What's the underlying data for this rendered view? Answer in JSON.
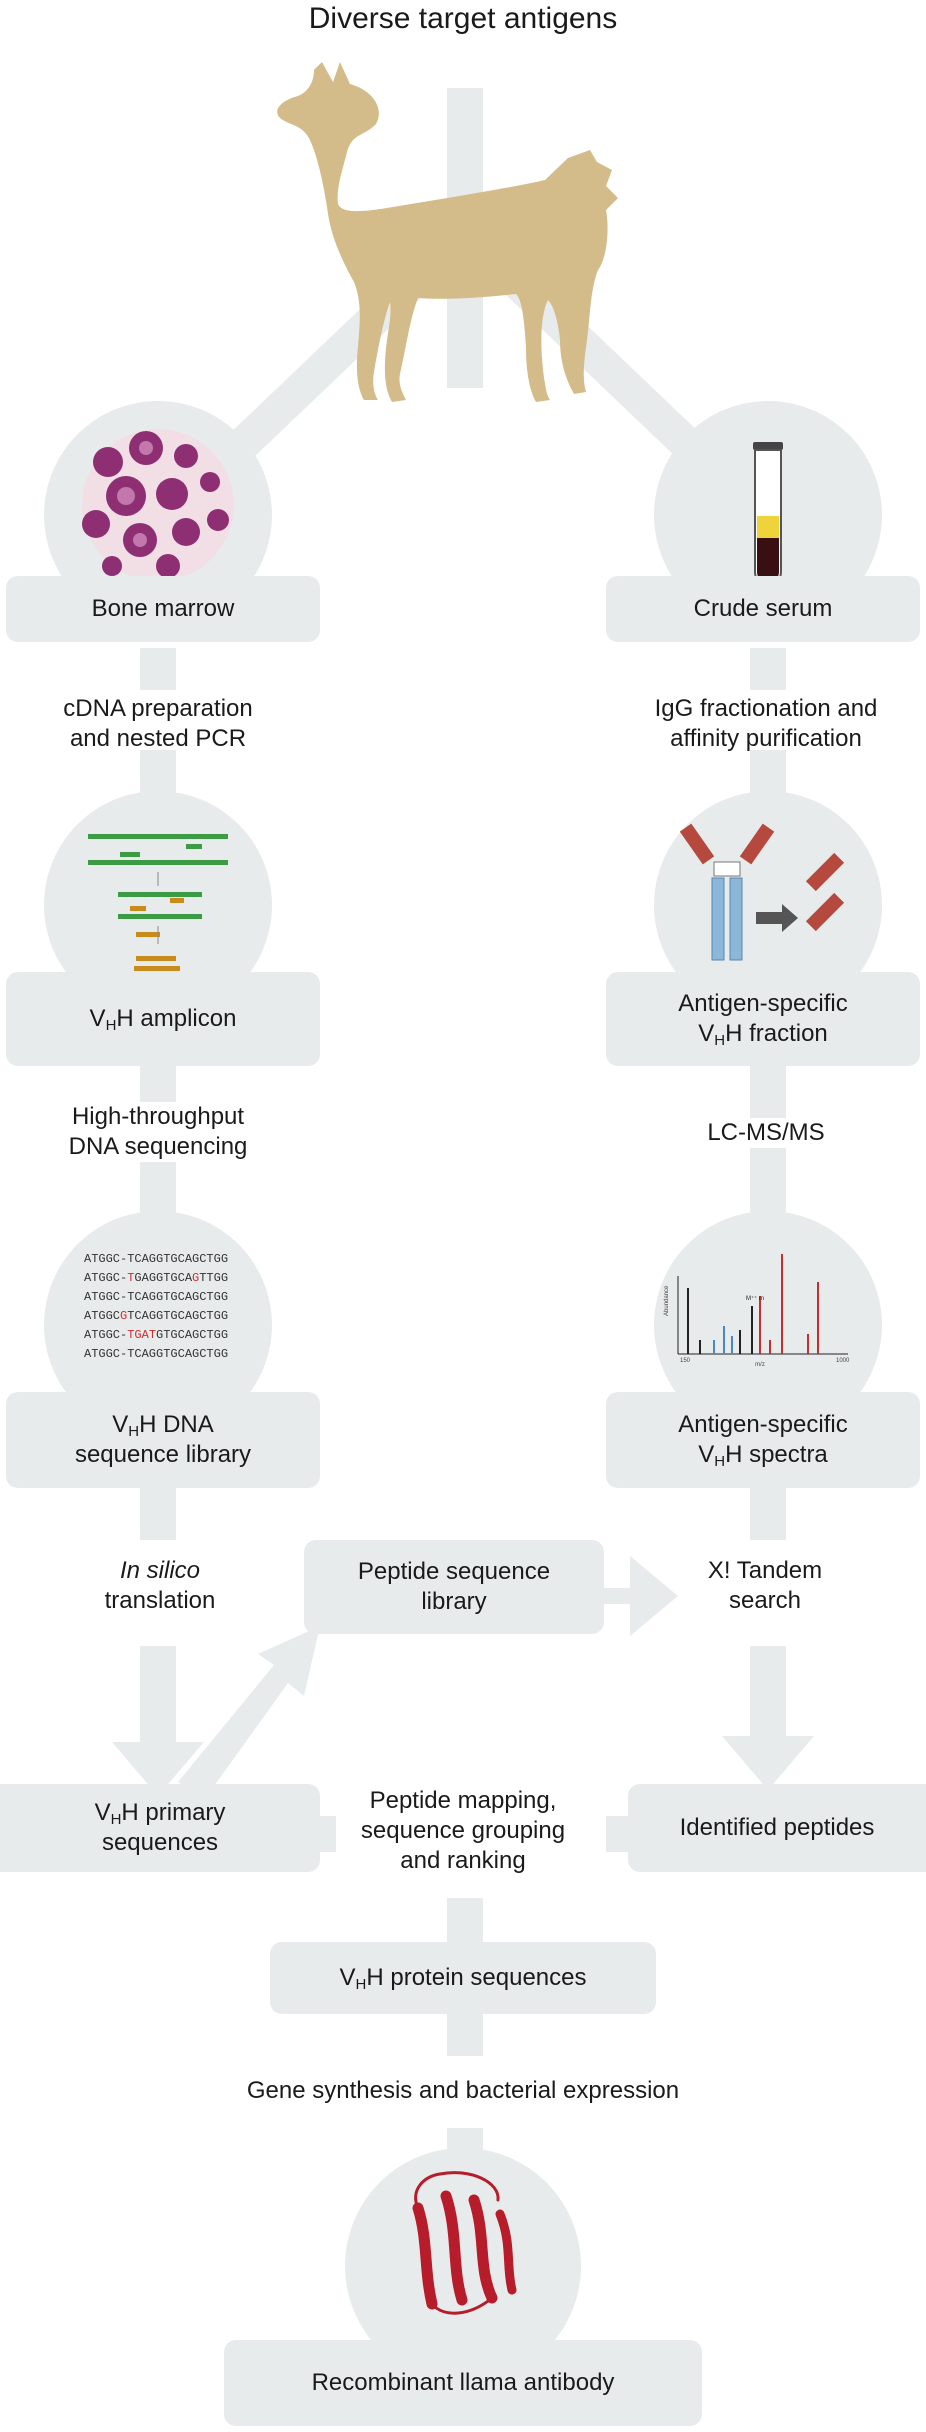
{
  "title": "Diverse target antigens",
  "colors": {
    "panel": "#e8ebec",
    "llama": "#d4bc8a",
    "gel_green": "#3e9b45",
    "gel_orange": "#c98a1e",
    "ig_blue": "#8bb7d9",
    "ig_red": "#b5493e",
    "protein": "#b71c2b"
  },
  "left": {
    "bone_marrow": "Bone marrow",
    "step1": [
      "cDNA preparation",
      "and nested PCR"
    ],
    "amplicon": {
      "v": "V",
      "sub": "H",
      "rest": "H amplicon"
    },
    "step2": [
      "High-throughput",
      "DNA sequencing"
    ],
    "dna_lines": [
      [
        "ATGGC-TCAGGTGCAGCTGG"
      ],
      [
        "ATGGC-",
        "T",
        "GAGGTGCA",
        "G",
        "TTGG"
      ],
      [
        "ATGGC-TCAGGTGCAGCTGG"
      ],
      [
        "ATGGC",
        "G",
        "TCAGGTGCAGCTGG"
      ],
      [
        "ATGGC-",
        "TGAT",
        "GTGCAGCTGG"
      ],
      [
        "ATGGC-TCAGGTGCAGCTGG"
      ]
    ],
    "dna_library": {
      "v": "V",
      "sub": "H",
      "rest": "H DNA",
      "line2": "sequence library"
    },
    "step3_italic": "In silico",
    "step3_rest": "translation",
    "primary": {
      "v": "V",
      "sub": "H",
      "rest": "H primary",
      "line2": "sequences"
    }
  },
  "right": {
    "crude_serum": "Crude serum",
    "step1": [
      "IgG fractionation and",
      "affinity purification"
    ],
    "fraction": {
      "line1": "Antigen-specific",
      "v": "V",
      "sub": "H",
      "rest": "H fraction"
    },
    "step2": "LC-MS/MS",
    "spectrum_labels": {
      "y": "Abundance",
      "x": "m/z",
      "x_min": "150",
      "x_max": "1000",
      "peak": "M⁺⁺ m"
    },
    "spectra": {
      "line1": "Antigen-specific",
      "v": "V",
      "sub": "H",
      "rest": "H spectra"
    },
    "step3": [
      "X! Tandem",
      "search"
    ],
    "identified": "Identified peptides"
  },
  "center": {
    "peptide_library": [
      "Peptide sequence",
      "library"
    ],
    "mapping": [
      "Peptide mapping,",
      "sequence grouping",
      "and ranking"
    ],
    "protein_seq": {
      "v": "V",
      "sub": "H",
      "rest": "H protein sequences"
    },
    "expression": "Gene synthesis and bacterial expression",
    "final": "Recombinant llama antibody"
  }
}
